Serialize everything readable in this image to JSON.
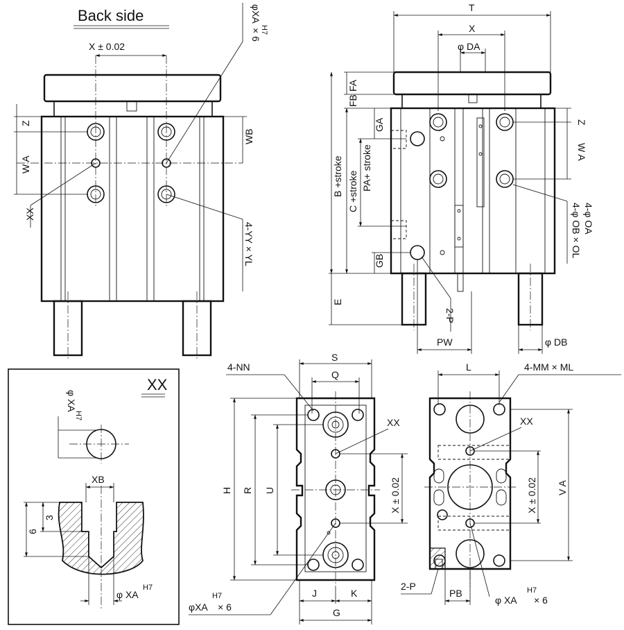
{
  "labels": {
    "back_side": "Back side",
    "x_pm": "X ± 0.02",
    "phi_xa_x6_side": "φXA",
    "h7": "H7",
    "x6": "× 6",
    "z": "Z",
    "wa": "W A",
    "wb": "WB",
    "xx": "XX",
    "yy_yl": "4-YY × YL",
    "t": "T",
    "x": "X",
    "phi_da": "φ DA",
    "fa": "FA",
    "fb": "FB",
    "ga": "GA",
    "pa_stroke": "PA+ stroke",
    "c_stroke": "C +stroke",
    "b_stroke": "B +stroke",
    "gb": "GB",
    "e": "E",
    "two_p": "2-P",
    "pw": "PW",
    "phi_db": "φ DB",
    "phi_oa": "4-φ OA",
    "phi_ob_ol": "4-φ OB × OL",
    "xx_title": "XX",
    "phi_xa": "φ XA",
    "xb": "XB",
    "three": "3",
    "six": "6",
    "four_nn": "4-NN",
    "s": "S",
    "q": "Q",
    "h": "H",
    "r": "R",
    "u": "U",
    "j": "J",
    "k": "K",
    "g": "G",
    "phi_xa_x6": "φXA",
    "l": "L",
    "mm_ml": "4-MM × ML",
    "va": "V A",
    "pb": "PB",
    "phi_xa_x6_br": "φ XA"
  }
}
